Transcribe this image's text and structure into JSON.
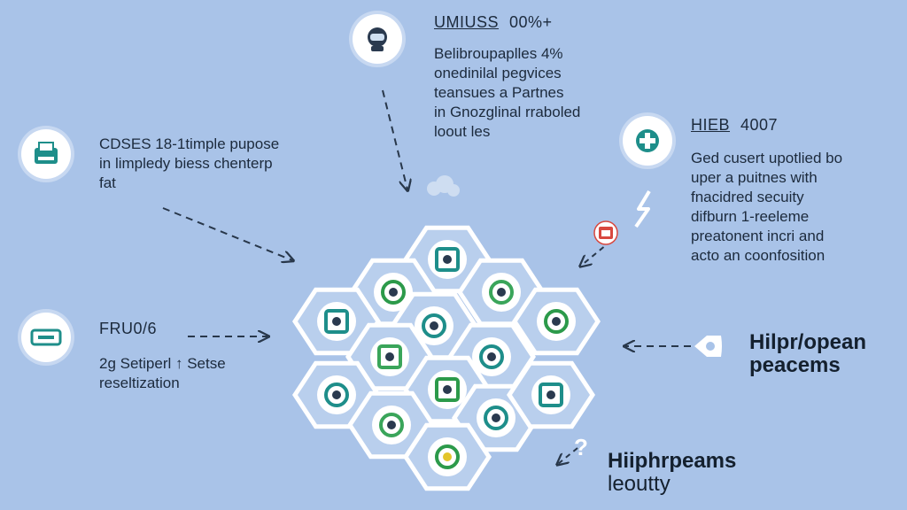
{
  "blocks": {
    "top_center": {
      "title": "UMIUSS",
      "value": "00%+",
      "lines": [
        "Belibroupaplles 4%",
        "onedinilal pegvices",
        "teansues a Partnes",
        "in Gnozglinal rraboled",
        "loout les"
      ]
    },
    "left_top": {
      "lines": [
        "CDSES 18-1timple pupose",
        "in limpledy biess chenterp",
        "fat"
      ]
    },
    "left_bottom": {
      "title": "FRU0/6",
      "lines": [
        "2g Setiperl ↑ Setse",
        "reseltization"
      ]
    },
    "right_top": {
      "title": "HIEB",
      "value": "4007",
      "lines": [
        "Ged cusert upotlied bo",
        "uper a puitnes with",
        "fnacidred secuity",
        "difburn 1-reeleme",
        "preatonent incri and",
        "acto an coonfosition"
      ]
    },
    "right_middle": {
      "lines": [
        "Hilpr/opean",
        "peacems"
      ]
    },
    "bottom_right": {
      "lines": [
        "Hiiphrpeams",
        "leoutty"
      ]
    }
  },
  "icons": {
    "top_badge": "astronaut-helmet-icon",
    "left_top_badge": "printer-icon",
    "left_bottom_badge": "card-icon",
    "right_top_badge": "plus-icon",
    "small_red": "calendar-icon",
    "cloud": "cloud-icon",
    "arrow_right_badge": "arrow-left-icon",
    "question": "question-icon"
  },
  "hexagons": [
    {
      "icon": "document-icon"
    },
    {
      "icon": "hill-icon"
    },
    {
      "icon": "window-icon"
    },
    {
      "icon": "cube-icon"
    },
    {
      "icon": "factory-icon"
    },
    {
      "icon": "gear-people-icon"
    },
    {
      "icon": "tree-icon"
    },
    {
      "icon": "magnifier-icon"
    },
    {
      "icon": "shield-icon"
    },
    {
      "icon": "gate-icon"
    },
    {
      "icon": "people-icon"
    },
    {
      "icon": "tools-icon"
    },
    {
      "icon": "server-icon"
    },
    {
      "icon": "money-icon"
    }
  ],
  "colors": {
    "background": "#a9c3e8",
    "teal": "#1e8e8a",
    "green": "#2c9a4a",
    "hex_stroke": "#ffffff",
    "arrow": "#28374a",
    "red": "#d8483f",
    "yellow": "#e3c52b"
  }
}
